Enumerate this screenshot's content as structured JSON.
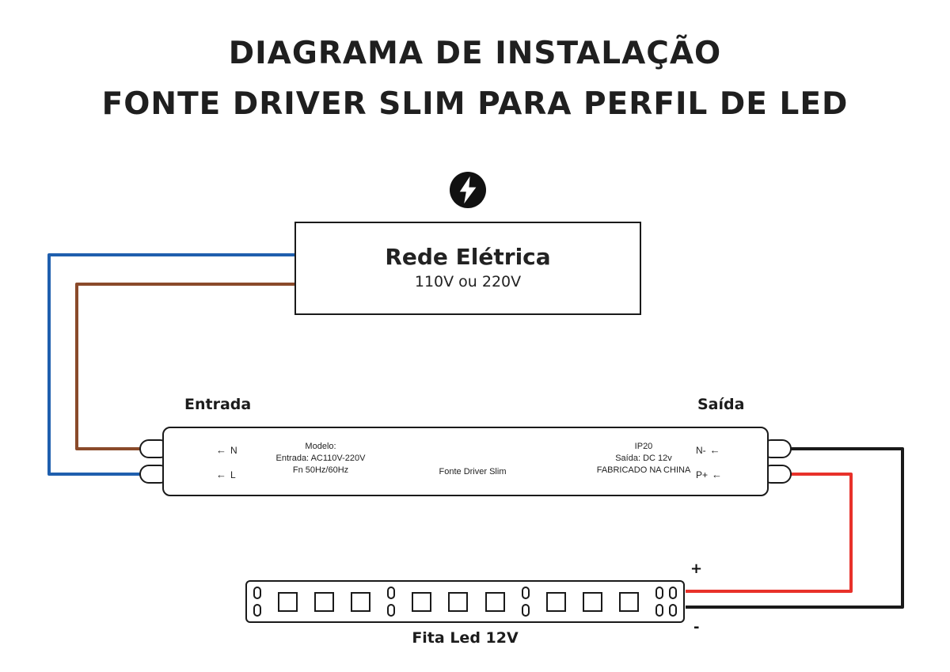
{
  "title": {
    "line1": "DIAGRAMA DE INSTALAÇÃO",
    "line2": "FONTE DRIVER SLIM PARA PERFIL DE LED"
  },
  "power_source": {
    "title": "Rede Elétrica",
    "subtitle": "110V ou 220V"
  },
  "labels": {
    "input": "Entrada",
    "output": "Saída",
    "arrow_left": "←"
  },
  "driver": {
    "input_terminals": [
      "N",
      "L"
    ],
    "spec_left": [
      "Modelo:",
      "Entrada: AC110V-220V",
      "Fn 50Hz/60Hz"
    ],
    "center": "Fonte Driver Slim",
    "spec_right": [
      "IP20",
      "Saída: DC 12v",
      "FABRICADO NA CHINA"
    ],
    "output_terminals": [
      "N-",
      "P+"
    ]
  },
  "led_strip": {
    "caption": "Fita Led 12V",
    "positive": "+",
    "negative": "-"
  },
  "colors": {
    "wire_blue": "#1f5fae",
    "wire_brown": "#8a4a2a",
    "wire_red": "#e8312a",
    "wire_black": "#1a1a1a",
    "outline": "#1a1a1a"
  }
}
